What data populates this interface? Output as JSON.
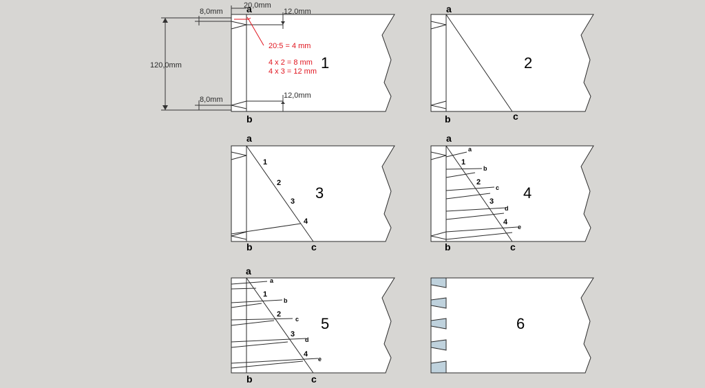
{
  "panels": [
    {
      "id": "1",
      "label": "1"
    },
    {
      "id": "2",
      "label": "2"
    },
    {
      "id": "3",
      "label": "3"
    },
    {
      "id": "4",
      "label": "4"
    },
    {
      "id": "5",
      "label": "5"
    },
    {
      "id": "6",
      "label": "6"
    }
  ],
  "points": {
    "a": "a",
    "b": "b",
    "c": "c"
  },
  "division_numbers": [
    "1",
    "2",
    "3",
    "4"
  ],
  "division_letters": [
    "a",
    "b",
    "c",
    "d",
    "e"
  ],
  "dimensions": {
    "width_20": "20,0mm",
    "height_120": "120,0mm",
    "top_8": "8,0mm",
    "top_12": "12,0mm",
    "bottom_8": "8,0mm",
    "bottom_12": "12,0mm"
  },
  "notes": {
    "line1": "20:5 =  4 mm",
    "line2": "4 x 2 =  8 mm",
    "line3": "4 x 3 = 12 mm"
  },
  "colors": {
    "note": "#e0141e",
    "tooth_fill": "#bfd2dd",
    "background": "#d7d6d3"
  }
}
